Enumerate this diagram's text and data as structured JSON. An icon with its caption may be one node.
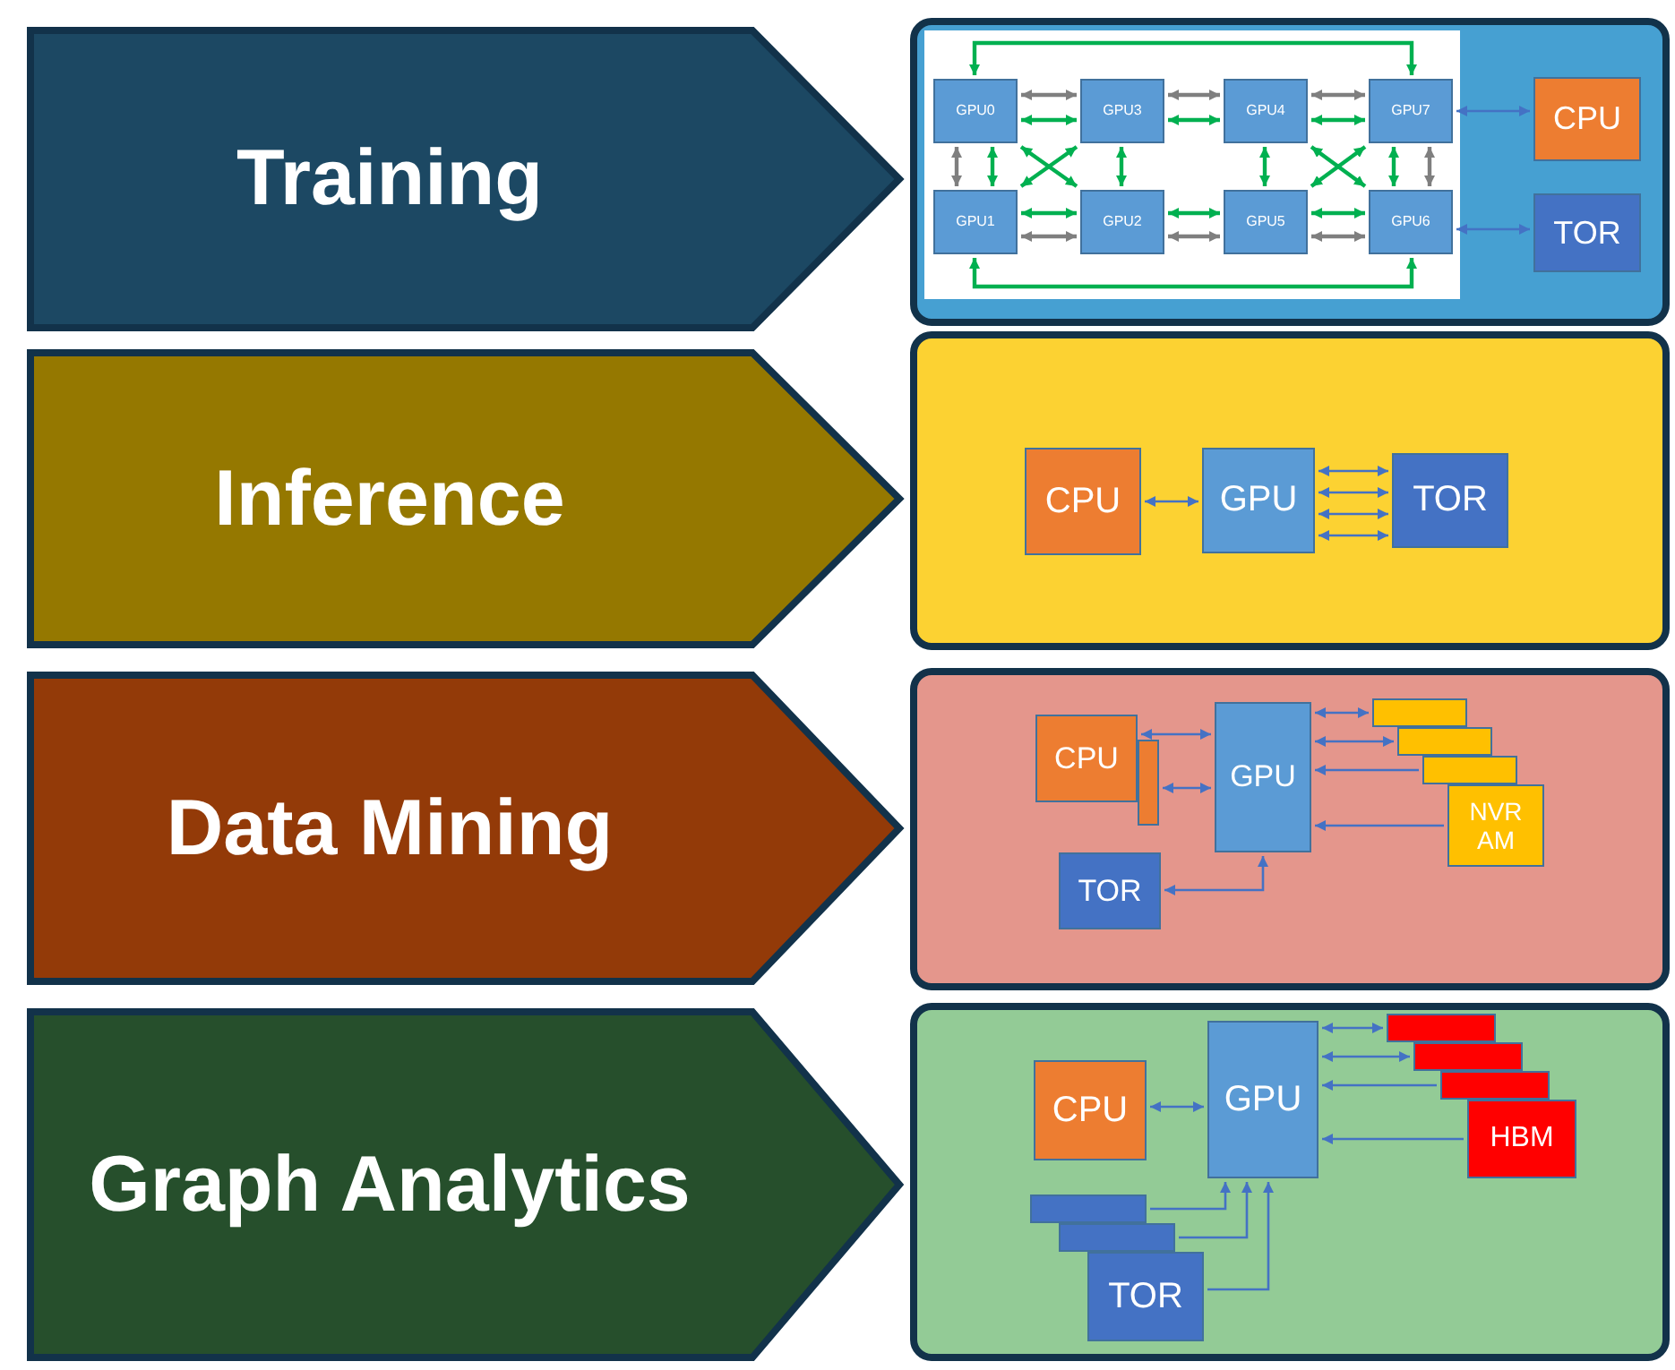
{
  "diagram": {
    "nodes": [
      {
        "text": [
          "Training"
        ]
      },
      {
        "text": [],
        "shape": "box"
      },
      {
        "text": [],
        "shape": "box",
        "in": 1
      },
      {
        "text": [
          "GPU0"
        ],
        "in": 2
      },
      {
        "text": [
          "GPU3"
        ],
        "in": 2
      },
      {
        "text": [
          "GPU4"
        ],
        "in": 2
      },
      {
        "text": [
          "GPU7"
        ],
        "in": 2
      },
      {
        "text": [
          "GPU1"
        ],
        "in": 2
      },
      {
        "text": [
          "GPU2"
        ],
        "in": 2
      },
      {
        "text": [
          "GPU5"
        ],
        "in": 2
      },
      {
        "text": [
          "GPU6"
        ],
        "in": 2
      },
      {
        "text": [
          "CPU"
        ],
        "in": 1
      },
      {
        "text": [
          "TOR"
        ],
        "in": 1
      },
      {
        "text": [
          "Inference"
        ]
      },
      {
        "text": [],
        "shape": "box"
      },
      {
        "text": [
          "CPU"
        ],
        "in": 14
      },
      {
        "text": [
          "GPU"
        ],
        "in": 14
      },
      {
        "text": [
          "TOR"
        ],
        "in": 14
      },
      {
        "text": [
          "Data Mining"
        ]
      },
      {
        "text": [],
        "shape": "box"
      },
      {
        "text": [
          "CPU"
        ],
        "in": 19
      },
      {
        "text": [],
        "shape": "box",
        "in": 19
      },
      {
        "text": [
          "GPU"
        ],
        "in": 19
      },
      {
        "text": [],
        "shape": "box",
        "in": 19
      },
      {
        "text": [],
        "shape": "box",
        "in": 19
      },
      {
        "text": [],
        "shape": "box",
        "in": 19
      },
      {
        "text": [
          "NVR AM"
        ],
        "in": 19
      },
      {
        "text": [
          "TOR"
        ],
        "in": 19
      },
      {
        "text": [
          "Graph Analytics"
        ]
      },
      {
        "text": [],
        "shape": "box"
      },
      {
        "text": [
          "CPU"
        ],
        "in": 29
      },
      {
        "text": [
          "GPU"
        ],
        "in": 29
      },
      {
        "text": [],
        "shape": "box",
        "in": 29
      },
      {
        "text": [],
        "shape": "box",
        "in": 29
      },
      {
        "text": [],
        "shape": "box",
        "in": 29
      },
      {
        "text": [
          "HBM"
        ],
        "in": 29
      },
      {
        "text": [],
        "shape": "box",
        "in": 29
      },
      {
        "text": [],
        "shape": "box",
        "in": 29
      },
      {
        "text": [
          "TOR"
        ],
        "in": 29
      }
    ],
    "edges": [
      {
        "from": 3,
        "to": 4,
        "arrow": "both",
        "color": "#7f7f7f"
      },
      {
        "from": 3,
        "to": 4,
        "arrow": "both",
        "color": "#00b050"
      },
      {
        "from": 4,
        "to": 5,
        "arrow": "both",
        "color": "#7f7f7f"
      },
      {
        "from": 4,
        "to": 5,
        "arrow": "both",
        "color": "#00b050"
      },
      {
        "from": 5,
        "to": 6,
        "arrow": "both",
        "color": "#7f7f7f"
      },
      {
        "from": 5,
        "to": 6,
        "arrow": "both",
        "color": "#00b050"
      },
      {
        "from": 3,
        "to": 7,
        "arrow": "both",
        "color": "#7f7f7f"
      },
      {
        "from": 3,
        "to": 7,
        "arrow": "both",
        "color": "#00b050"
      },
      {
        "from": 3,
        "to": 8,
        "arrow": "both",
        "color": "#00b050"
      },
      {
        "from": 4,
        "to": 7,
        "arrow": "both",
        "color": "#00b050"
      },
      {
        "from": 4,
        "to": 8,
        "arrow": "both",
        "color": "#00b050"
      },
      {
        "from": 5,
        "to": 9,
        "arrow": "both",
        "color": "#00b050"
      },
      {
        "from": 5,
        "to": 10,
        "arrow": "both",
        "color": "#00b050"
      },
      {
        "from": 6,
        "to": 9,
        "arrow": "both",
        "color": "#00b050"
      },
      {
        "from": 6,
        "to": 10,
        "arrow": "both",
        "color": "#00b050"
      },
      {
        "from": 6,
        "to": 10,
        "arrow": "both",
        "color": "#7f7f7f"
      },
      {
        "from": 7,
        "to": 8,
        "arrow": "both",
        "color": "#00b050"
      },
      {
        "from": 7,
        "to": 8,
        "arrow": "both",
        "color": "#7f7f7f"
      },
      {
        "from": 8,
        "to": 9,
        "arrow": "both",
        "color": "#00b050"
      },
      {
        "from": 8,
        "to": 9,
        "arrow": "both",
        "color": "#7f7f7f"
      },
      {
        "from": 9,
        "to": 10,
        "arrow": "both",
        "color": "#00b050"
      },
      {
        "from": 9,
        "to": 10,
        "arrow": "both",
        "color": "#7f7f7f"
      },
      {
        "from": 3,
        "to": 6,
        "arrow": "both",
        "color": "#00b050"
      },
      {
        "from": 7,
        "to": 10,
        "arrow": "both",
        "color": "#00b050"
      },
      {
        "from": 6,
        "to": 11,
        "arrow": "both"
      },
      {
        "from": 10,
        "to": 12,
        "arrow": "both"
      },
      {
        "from": 15,
        "to": 16,
        "arrow": "both"
      },
      {
        "from": 16,
        "to": 17,
        "arrow": "both"
      },
      {
        "from": 16,
        "to": 17,
        "arrow": "both"
      },
      {
        "from": 16,
        "to": 17,
        "arrow": "both"
      },
      {
        "from": 16,
        "to": 17,
        "arrow": "both"
      },
      {
        "from": 20,
        "to": 22,
        "arrow": "both"
      },
      {
        "from": 21,
        "to": 22,
        "arrow": "both"
      },
      {
        "from": 22,
        "to": 23,
        "arrow": "both"
      },
      {
        "from": 22,
        "to": 24,
        "arrow": "both"
      },
      {
        "from": 25,
        "to": 22,
        "arrow": "to"
      },
      {
        "from": 26,
        "to": 22,
        "arrow": "to"
      },
      {
        "from": 27,
        "to": 22,
        "arrow": "both"
      },
      {
        "from": 30,
        "to": 31,
        "arrow": "both"
      },
      {
        "from": 31,
        "to": 32,
        "arrow": "both"
      },
      {
        "from": 31,
        "to": 33,
        "arrow": "both"
      },
      {
        "from": 34,
        "to": 31,
        "arrow": "to"
      },
      {
        "from": 35,
        "to": 31,
        "arrow": "to"
      },
      {
        "from": 36,
        "to": 31,
        "arrow": "to"
      },
      {
        "from": 37,
        "to": 31,
        "arrow": "to"
      },
      {
        "from": 38,
        "to": 31,
        "arrow": "to"
      }
    ]
  }
}
